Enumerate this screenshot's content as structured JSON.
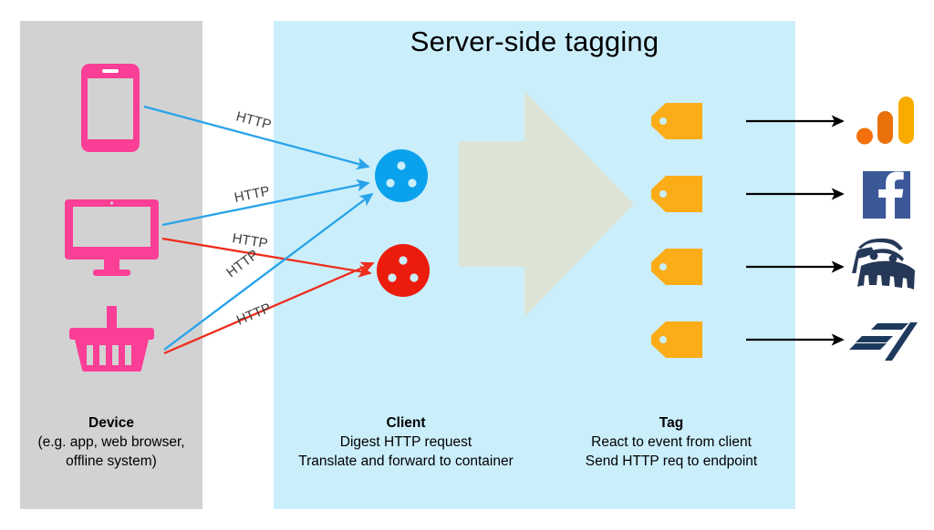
{
  "title": "Server-side tagging",
  "colors": {
    "device_panel_bg": "#d2d2d2",
    "server_panel_bg": "#cbeefb",
    "device_icon": "#fb3e96",
    "client_blue": "#0aa2ec",
    "client_red": "#ec1c0d",
    "tag_orange": "#fbac17",
    "arrow_block": "#dde4d5",
    "http_blue": "#29a3ea",
    "http_red": "#ee2d1c",
    "endpoint_arrow": "#000000",
    "text": "#000000"
  },
  "panels": {
    "device": {
      "title": "Device",
      "lines": [
        "(e.g. app, web browser,",
        "offline system)"
      ]
    },
    "client": {
      "title": "Client",
      "lines": [
        "Digest HTTP request",
        "Translate and forward to container"
      ]
    },
    "tag": {
      "title": "Tag",
      "lines": [
        "React to event from client",
        "Send HTTP req to endpoint"
      ]
    }
  },
  "devices": [
    {
      "name": "mobile-phone",
      "label": "phone"
    },
    {
      "name": "desktop-monitor",
      "label": "desktop"
    },
    {
      "name": "shopping-basket",
      "label": "basket"
    }
  ],
  "clients": [
    {
      "name": "client-cookie-blue",
      "color": "#0aa2ec"
    },
    {
      "name": "client-cookie-red",
      "color": "#ec1c0d"
    }
  ],
  "http_connections": [
    {
      "label": "HTTP",
      "color": "#29a3ea",
      "from": "mobile-phone",
      "to": "client-cookie-blue"
    },
    {
      "label": "HTTP",
      "color": "#29a3ea",
      "from": "desktop-monitor",
      "to": "client-cookie-blue"
    },
    {
      "label": "HTTP",
      "color": "#ee2d1c",
      "from": "desktop-monitor",
      "to": "client-cookie-red"
    },
    {
      "label": "HTTP",
      "color": "#29a3ea",
      "from": "shopping-basket",
      "to": "client-cookie-blue"
    },
    {
      "label": "HTTP",
      "color": "#ee2d1c",
      "from": "shopping-basket",
      "to": "client-cookie-red"
    }
  ],
  "tags": [
    {
      "name": "tag-1"
    },
    {
      "name": "tag-2"
    },
    {
      "name": "tag-3"
    },
    {
      "name": "tag-4"
    }
  ],
  "endpoints": [
    {
      "name": "google-analytics-logo",
      "label": "Google Analytics"
    },
    {
      "name": "facebook-logo",
      "label": "Facebook"
    },
    {
      "name": "snowplow-logo",
      "label": "Snowplow"
    },
    {
      "name": "simmer-logo",
      "label": "Simmer"
    }
  ]
}
